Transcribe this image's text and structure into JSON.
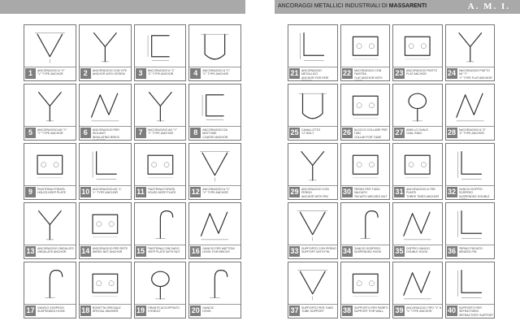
{
  "header_right": {
    "title_prefix": "ANCORAGGI METALLICI INDUSTRIALI DI",
    "title_company": "MASSARENTI",
    "brand": "A. M. I."
  },
  "left_items": [
    {
      "num": "1",
      "label": "ANCORAGGIO A \"V\"\n\"V\" TYPE ANCHOR",
      "shape": "v"
    },
    {
      "num": "2",
      "label": "ANCORAGGIO CON VITE\nANCHOR WITH SCREW",
      "shape": "y"
    },
    {
      "num": "3",
      "label": "ANCORAGGIO A \"C\"\n\"C\" TYPE ANCHOR",
      "shape": "c"
    },
    {
      "num": "4",
      "label": "ANCORAGGIO A \"C\"\n\"C\" TYPE ANCHOR",
      "shape": "u"
    },
    {
      "num": "5",
      "label": "ANCORAGGIO AD \"Y\"\n\"Y\" TYPE ANCHOR",
      "shape": "y"
    },
    {
      "num": "6",
      "label": "ANCORAGGIO PER ISOLANTI\nINSULATING BRICK ANCHOR",
      "shape": "zig"
    },
    {
      "num": "7",
      "label": "ANCORAGGIO AD \"Y\"\n\"Y\" TYPE ANCHOR",
      "shape": "y"
    },
    {
      "num": "8",
      "label": "ANCORAGGIO DA MATTONE\nCOATED ANCHOR",
      "shape": "c"
    },
    {
      "num": "9",
      "label": "PIASTRINA FORATA\nHOLED KEEP PLATE",
      "shape": "plate"
    },
    {
      "num": "10",
      "label": "ANCORAGGIO AD \"L\"\n\"L\" TYPE ANCHOR",
      "shape": "l"
    },
    {
      "num": "11",
      "label": "PIASTRINA FORATA\nHOLED KEEP PLATE",
      "shape": "plate"
    },
    {
      "num": "12",
      "label": "ANCORAGGIO A \"V\"\n\"V\" TYPE ANCHOR",
      "shape": "v"
    },
    {
      "num": "13",
      "label": "ANCORAGGIO ONDULATO\nUNDULATE ANCHOR",
      "shape": "y"
    },
    {
      "num": "14",
      "label": "ANCORAGGIO PER RETE\nWIRED NET ANCHOR",
      "shape": "plate"
    },
    {
      "num": "15",
      "label": "PIASTRINA CON DADO\nKEEP PLATE WITH NUT",
      "shape": "hook"
    },
    {
      "num": "16",
      "label": "GANCIO PER MATTONI\nHOOK FOR BRICKS",
      "shape": "zig"
    },
    {
      "num": "17",
      "label": "GANCIO SOSPESO\nSUSPENDED HOOK",
      "shape": "hook"
    },
    {
      "num": "18",
      "label": "ROSETTA SPECIALE\nSPECIAL WASHER",
      "shape": "plate"
    },
    {
      "num": "19",
      "label": "TIRANTE ACCOPPIATO\nEYEBOLT",
      "shape": "ring"
    },
    {
      "num": "20",
      "label": "GANCIO\nHOOK",
      "shape": "hook"
    }
  ],
  "right_items": [
    {
      "num": "21",
      "label": "ANCORAGGIO METALLICO\nANCHOR FOR FIRE PROOF",
      "shape": "l"
    },
    {
      "num": "22",
      "label": "ANCORAGGIO CON PIASTRA\nFLAT ANCHOR WITH FOOT",
      "shape": "plate"
    },
    {
      "num": "23",
      "label": "ANCORAGGIO PIATTO\nFLAT ANCHOR",
      "shape": "plate"
    },
    {
      "num": "24",
      "label": "ANCORAGGIO PIATTO AD \"Y\"\n\"Y\" TYPE FLAT ANCHOR",
      "shape": "y"
    },
    {
      "num": "25",
      "label": "CAVALLOTTO\n\"U\" BOLT",
      "shape": "u"
    },
    {
      "num": "26",
      "label": "BLOCCO COLLARE PER TUBI\nCOLLAR FOR TUBE",
      "shape": "plate"
    },
    {
      "num": "27",
      "label": "ANELLO OVALE\nOVAL RING",
      "shape": "ring"
    },
    {
      "num": "28",
      "label": "ANCORAGGIO A \"Z\"\n\"Z\" TYPE ANCHOR",
      "shape": "zig"
    },
    {
      "num": "29",
      "label": "ANCORAGGIO CON PERNO\nANCHOR WITH PIN",
      "shape": "y"
    },
    {
      "num": "30",
      "label": "PERNO PER TUBO SALDATO\nPIN WITH WELDED NUT",
      "shape": "plate"
    },
    {
      "num": "31",
      "label": "ANCORAGGIO A TRE PUNTE\nTHREE TINES ANCHOR",
      "shape": "plate"
    },
    {
      "num": "32",
      "label": "GANCIO DOPPIO SOSPESO\nSUSPENDED DOUBLE HOOK",
      "shape": "l"
    },
    {
      "num": "33",
      "label": "SUPPORTO CON PERNO\nSUPPORT WITH PIN",
      "shape": "v"
    },
    {
      "num": "34",
      "label": "GANCIO SOSPESO\nSUSPENDED HOOK",
      "shape": "hook"
    },
    {
      "num": "35",
      "label": "DOPPIO GANCIO\nDOUBLE HOOK",
      "shape": "zig"
    },
    {
      "num": "36",
      "label": "PERNO PIEGATO\nBENDED PIN",
      "shape": "l"
    },
    {
      "num": "37",
      "label": "SUPPORTO PER TUBO\nTUBE SUPPORT",
      "shape": "v"
    },
    {
      "num": "38",
      "label": "SUPPORTO PER PARETI\nSUPPORT FOR WALL",
      "shape": "plate"
    },
    {
      "num": "39",
      "label": "ANCORAGGIO TIPO \"V\" A\n\"V\" TYPE ANCHOR",
      "shape": "zig"
    },
    {
      "num": "40",
      "label": "SUPPORTO PER REFRATTARIO\nREFRACTORY SUPPORT",
      "shape": "l"
    }
  ]
}
